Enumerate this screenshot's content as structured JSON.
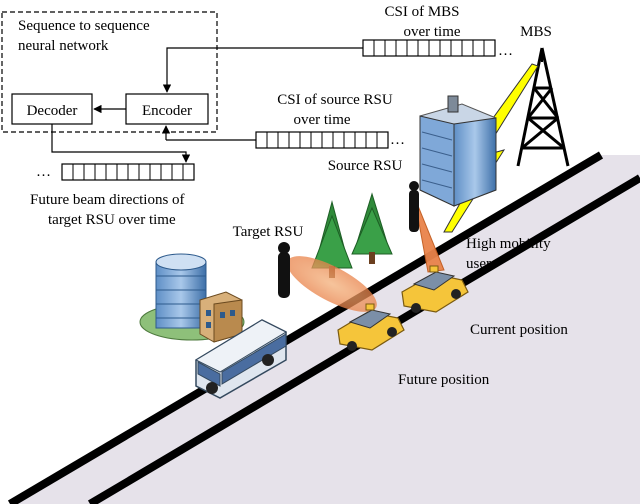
{
  "labels": {
    "seq2seq_line1": "Sequence to sequence",
    "seq2seq_line2": "neural network",
    "decoder": "Decoder",
    "encoder": "Encoder",
    "csi_mbs_line1": "CSI of MBS",
    "csi_mbs_line2": "over time",
    "mbs": "MBS",
    "csi_source_line1": "CSI of source RSU",
    "csi_source_line2": "over time",
    "source_rsu": "Source RSU",
    "future_beam_line1": "Future beam directions  of",
    "future_beam_line2": "target RSU over time",
    "target_rsu": "Target RSU",
    "high_mobility_line1": "High mobility",
    "high_mobility_line2": "users",
    "current_position": "Current position",
    "future_position": "Future position",
    "ellipsis_mbs": "…",
    "ellipsis_source": "…",
    "ellipsis_future": "…"
  },
  "colors": {
    "road": "#e6e2ea",
    "beam": "#f08a3c",
    "lightning": "#ffff00",
    "tree": "#2f8a3a",
    "taxi": "#f5c53a",
    "bus": "#dfe6ef"
  }
}
